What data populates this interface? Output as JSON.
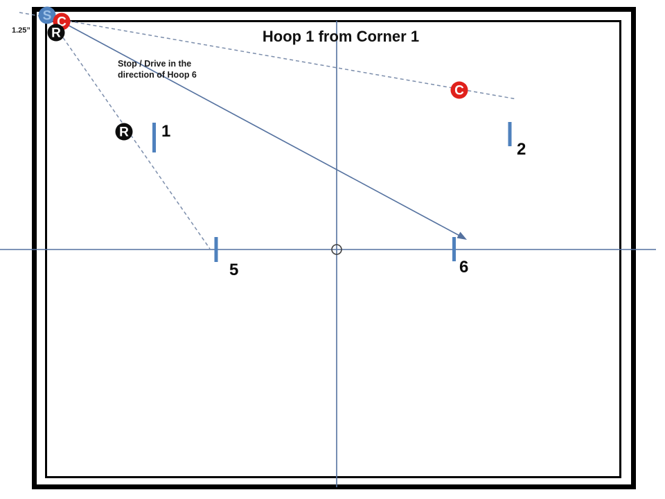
{
  "slide": {
    "title": "Hoop 1 from Corner 1",
    "annotation_line1": "Stop / Drive in the",
    "annotation_line2": "direction of Hoop 6",
    "measurement_label": "1.25”"
  },
  "hoops": [
    {
      "id": "hoop-1",
      "label": "1"
    },
    {
      "id": "hoop-2",
      "label": "2"
    },
    {
      "id": "hoop-5",
      "label": "5"
    },
    {
      "id": "hoop-6",
      "label": "6"
    }
  ],
  "balls": [
    {
      "id": "striker-ball",
      "label": "S",
      "fill": "#4f81bd",
      "letter_color": "#9fc2e8"
    },
    {
      "id": "corner-croquet-ball",
      "label": "C",
      "fill": "#e0211c",
      "letter_color": "#ffffff"
    },
    {
      "id": "corner-roquet-ball",
      "label": "R",
      "fill": "#0d0d0d",
      "letter_color": "#ffffff"
    },
    {
      "id": "mid-roquet-ball",
      "label": "R",
      "fill": "#0d0d0d",
      "letter_color": "#ffffff"
    },
    {
      "id": "east-croquet-ball",
      "label": "C",
      "fill": "#e0211c",
      "letter_color": "#ffffff"
    }
  ],
  "colors": {
    "border_black": "#000000",
    "line_blue": "#54719f",
    "dashed_blue": "#7b8dab",
    "hoop_blue": "#4f81bd",
    "peg_gray": "#3f3f3f"
  }
}
